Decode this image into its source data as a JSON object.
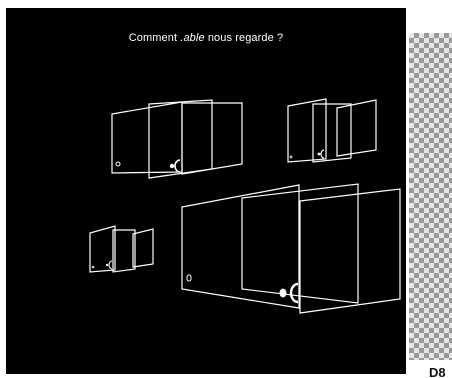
{
  "slide": {
    "title_prefix": "Comment ",
    "title_brand": ".able",
    "title_suffix": " nous regarde ?"
  },
  "corner_label": "D8",
  "colors": {
    "background": "#000000",
    "frame_stroke": "#ffffff",
    "page_background": "#ffffff"
  }
}
